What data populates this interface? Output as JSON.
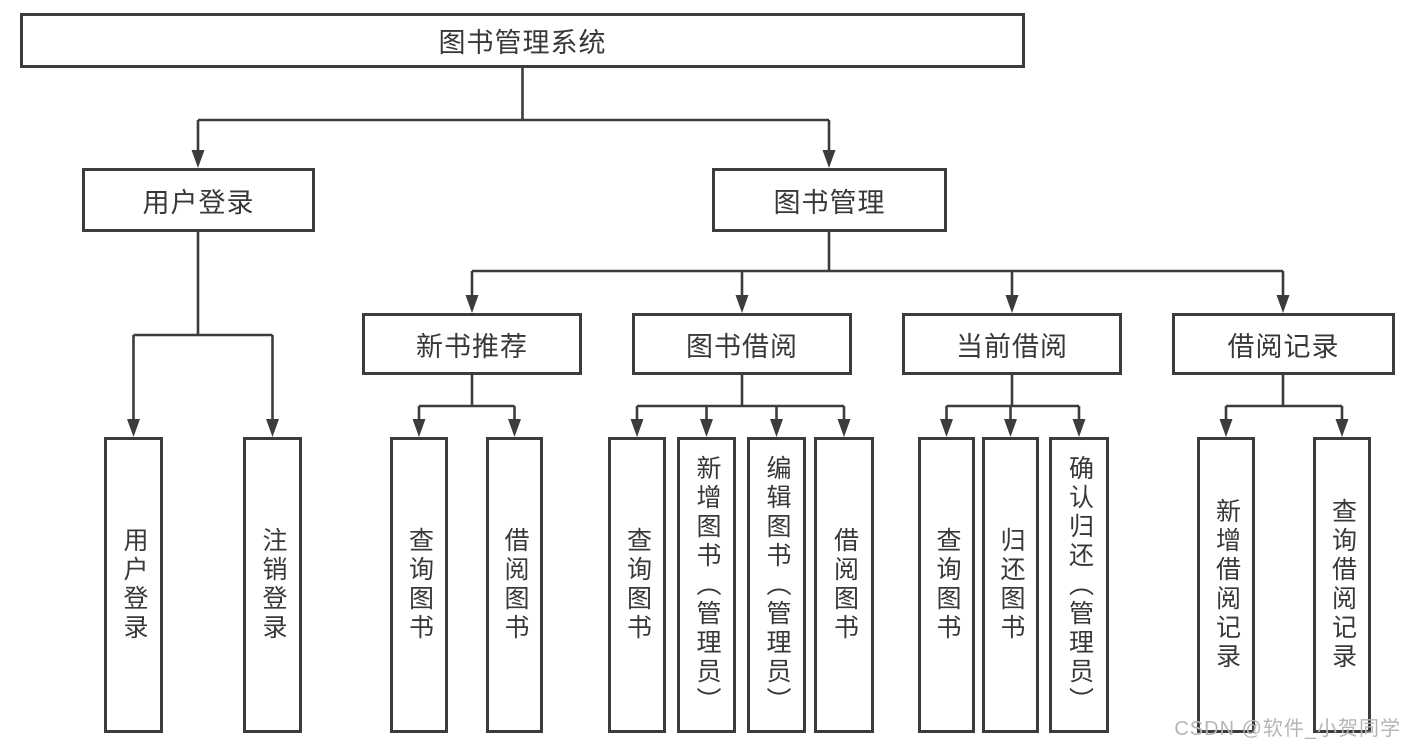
{
  "colors": {
    "background": "#ffffff",
    "line": "#3c3c3c",
    "box_border": "#3c3c3c",
    "text": "#383838",
    "watermark": "#b5b5b5"
  },
  "watermark": "CSDN @软件_小贺同学",
  "tree": {
    "root": {
      "label": "图书管理系统"
    },
    "branches": [
      {
        "label": "用户登录",
        "children": [
          {
            "label": "用户登录"
          },
          {
            "label": "注销登录"
          }
        ]
      },
      {
        "label": "图书管理",
        "children": [
          {
            "label": "新书推荐",
            "children": [
              {
                "label": "查询图书"
              },
              {
                "label": "借阅图书"
              }
            ]
          },
          {
            "label": "图书借阅",
            "children": [
              {
                "label": "查询图书"
              },
              {
                "label": "新增图书（管理员）"
              },
              {
                "label": "编辑图书（管理员）"
              },
              {
                "label": "借阅图书"
              }
            ]
          },
          {
            "label": "当前借阅",
            "children": [
              {
                "label": "查询图书"
              },
              {
                "label": "归还图书"
              },
              {
                "label": "确认归还（管理员）"
              }
            ]
          },
          {
            "label": "借阅记录",
            "children": [
              {
                "label": "新增借阅记录"
              },
              {
                "label": "查询借阅记录"
              }
            ]
          }
        ]
      }
    ]
  }
}
